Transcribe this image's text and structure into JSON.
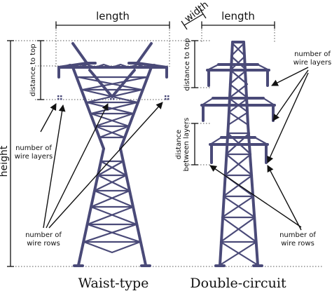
{
  "towers": {
    "waist": {
      "caption": "Waist-type"
    },
    "double": {
      "caption": "Double-circuit"
    }
  },
  "dimensions": {
    "length": "length",
    "width": "width",
    "height": "height",
    "distance_to_top": "distance to top",
    "distance_between_layers_line1": "distance",
    "distance_between_layers_line2": "between layers"
  },
  "annotations": {
    "wire_layers_line1": "number of",
    "wire_layers_line2": "wire layers",
    "wire_rows_line1": "number of",
    "wire_rows_line2": "wire rows"
  },
  "colors": {
    "tower": "#4a4a78",
    "text": "#111111"
  }
}
